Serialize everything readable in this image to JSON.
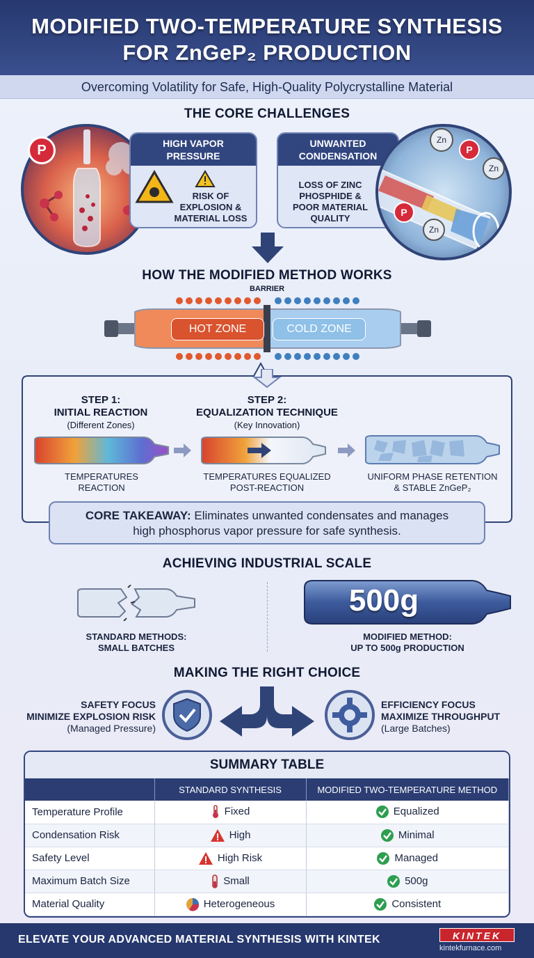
{
  "header": {
    "title_line1": "MODIFIED TWO-TEMPERATURE SYNTHESIS",
    "title_line2": "FOR ZnGeP₂ PRODUCTION",
    "subtitle": "Overcoming Volatility for Safe, High-Quality Polycrystalline Material"
  },
  "challenges": {
    "title": "THE CORE CHALLENGES",
    "left": {
      "head": "HIGH VAPOR PRESSURE",
      "text": "RISK OF EXPLOSION & MATERIAL LOSS",
      "badge": "P"
    },
    "right": {
      "head": "UNWANTED CONDENSATION",
      "text": "LOSS OF ZINC PHOSPHIDE & POOR MATERIAL QUALITY",
      "labels": [
        "Zn",
        "P",
        "Zn",
        "P",
        "Zn"
      ]
    }
  },
  "method": {
    "title": "HOW THE MODIFIED METHOD WORKS",
    "barrier": "BARRIER",
    "hot_zone": "HOT ZONE",
    "cold_zone": "COLD ZONE",
    "step1_title1": "STEP 1:",
    "step1_title2": "INITIAL REACTION",
    "step1_sub": "(Different Zones)",
    "step2_title1": "STEP 2:",
    "step2_title2": "EQUALIZATION TECHNIQUE",
    "step2_sub": "(Key Innovation)",
    "cap1_l1": "TEMPERATURES",
    "cap1_l2": "REACTION",
    "cap2_l1": "TEMPERATURES EQUALIZED",
    "cap2_l2": "POST-REACTION",
    "cap3_l1": "UNIFORM PHASE RETENTION",
    "cap3_l2": "& STABLE ZnGeP₂",
    "takeaway_label": "CORE TAKEAWAY:",
    "takeaway_text1": " Eliminates unwanted condensates and manages",
    "takeaway_text2": "high phosphorus vapor pressure for safe synthesis."
  },
  "scale": {
    "title": "ACHIEVING INDUSTRIAL SCALE",
    "left_l1": "STANDARD METHODS:",
    "left_l2": "SMALL BATCHES",
    "big_value": "500g",
    "right_l1": "MODIFIED METHOD:",
    "right_l2": "UP TO 500g PRODUCTION"
  },
  "choice": {
    "title": "MAKING THE RIGHT CHOICE",
    "left_l1": "SAFETY FOCUS",
    "left_l2": "MINIMIZE EXPLOSION RISK",
    "left_l3": "(Managed Pressure)",
    "right_l1": "EFFICIENCY FOCUS",
    "right_l2": "MAXIMIZE THROUGHPUT",
    "right_l3": "(Large Batches)"
  },
  "summary": {
    "title": "SUMMARY TABLE",
    "columns": [
      "",
      "STANDARD SYNTHESIS",
      "MODIFIED TWO-TEMPERATURE METHOD"
    ],
    "rows": [
      {
        "label": "Temperature Profile",
        "standard": "Fixed",
        "std_icon": "thermometer-icon",
        "modified": "Equalized"
      },
      {
        "label": "Condensation Risk",
        "standard": "High",
        "std_icon": "warning-icon",
        "modified": "Minimal"
      },
      {
        "label": "Safety Level",
        "standard": "High Risk",
        "std_icon": "warning-icon",
        "modified": "Managed"
      },
      {
        "label": "Maximum Batch Size",
        "standard": "Small",
        "std_icon": "small-vial-icon",
        "modified": "500g"
      },
      {
        "label": "Material Quality",
        "standard": "Heterogeneous",
        "std_icon": "mixed-pie-icon",
        "modified": "Consistent"
      }
    ]
  },
  "footer": {
    "text": "ELEVATE YOUR ADVANCED MATERIAL SYNTHESIS WITH KINTEK",
    "logo": "KINTEK",
    "site": "kintekfurnace.com"
  },
  "colors": {
    "navy": "#26386e",
    "accent_red": "#c9252d",
    "check_green": "#2e9e4f",
    "hot": "#e2623a",
    "cold": "#7fb6e0"
  }
}
